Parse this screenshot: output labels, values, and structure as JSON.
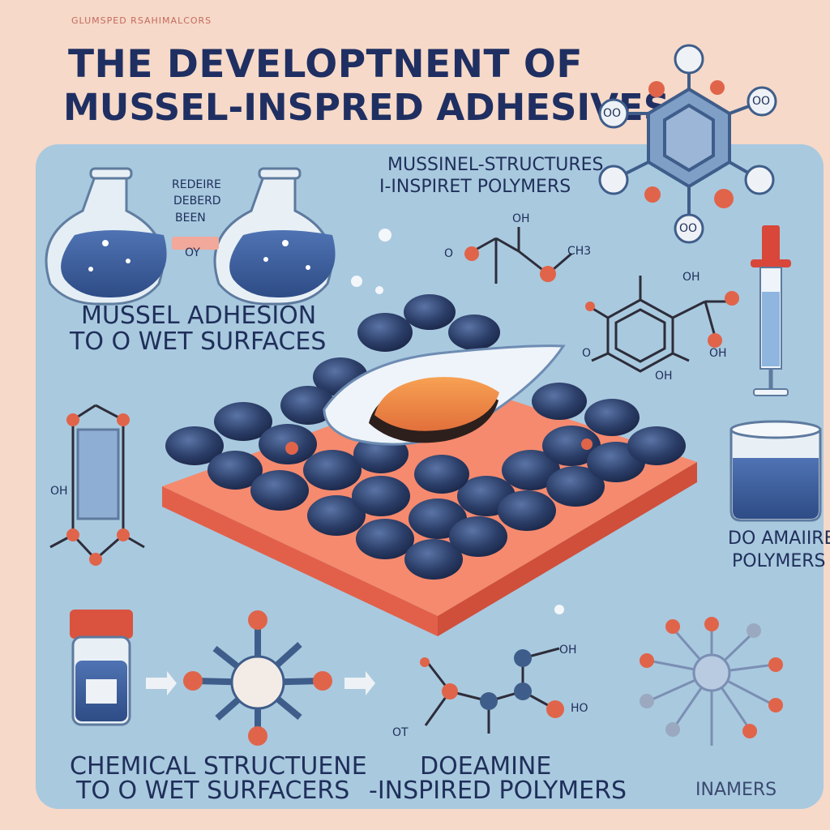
{
  "title": {
    "line1": "THE DEVELOPTNENT OF",
    "line2": "MUSSEL-INSPRED ADHESIVES",
    "caption": "GLUMSPED RSAHIMALCORS"
  },
  "labels": {
    "mussel_adhesion_1": "MUSSEL ADHESION",
    "mussel_adhesion_2": "TO O WET SURFACES",
    "structures_1": "MUSSINEL-STRUCTURES",
    "structures_2": "I-INSPIRET POLYMERS",
    "dopamine_right_1": "DO AMAIIRE",
    "dopamine_right_2": "POLYMERS",
    "chemical_1": "CHEMICAL STRUCTUENE",
    "chemical_2": "TO O WET SURFACERS",
    "dopamine_bottom_1": "DOEAMINE",
    "dopamine_bottom_2": "-INSPIRED POLYMERS",
    "inamers": "INAMERS",
    "flask_note_1": "REDEIRE",
    "flask_note_2": "DEBERD",
    "flask_note_3": "BEEN",
    "flask_note_4": "OY"
  },
  "atoms": {
    "oh": "OH",
    "ch3": "CH3",
    "ho": "HO",
    "o": "O",
    "oo": "OO",
    "ot": "OT",
    "o_left": "O"
  },
  "colors": {
    "background": "#f6d9c8",
    "panel": "#a9c9df",
    "navy": "#1f2f62",
    "mussel": "#2c3f69",
    "slab": "#f07c62",
    "atom_red": "#e0644a",
    "bond": "#3f5d8a"
  }
}
